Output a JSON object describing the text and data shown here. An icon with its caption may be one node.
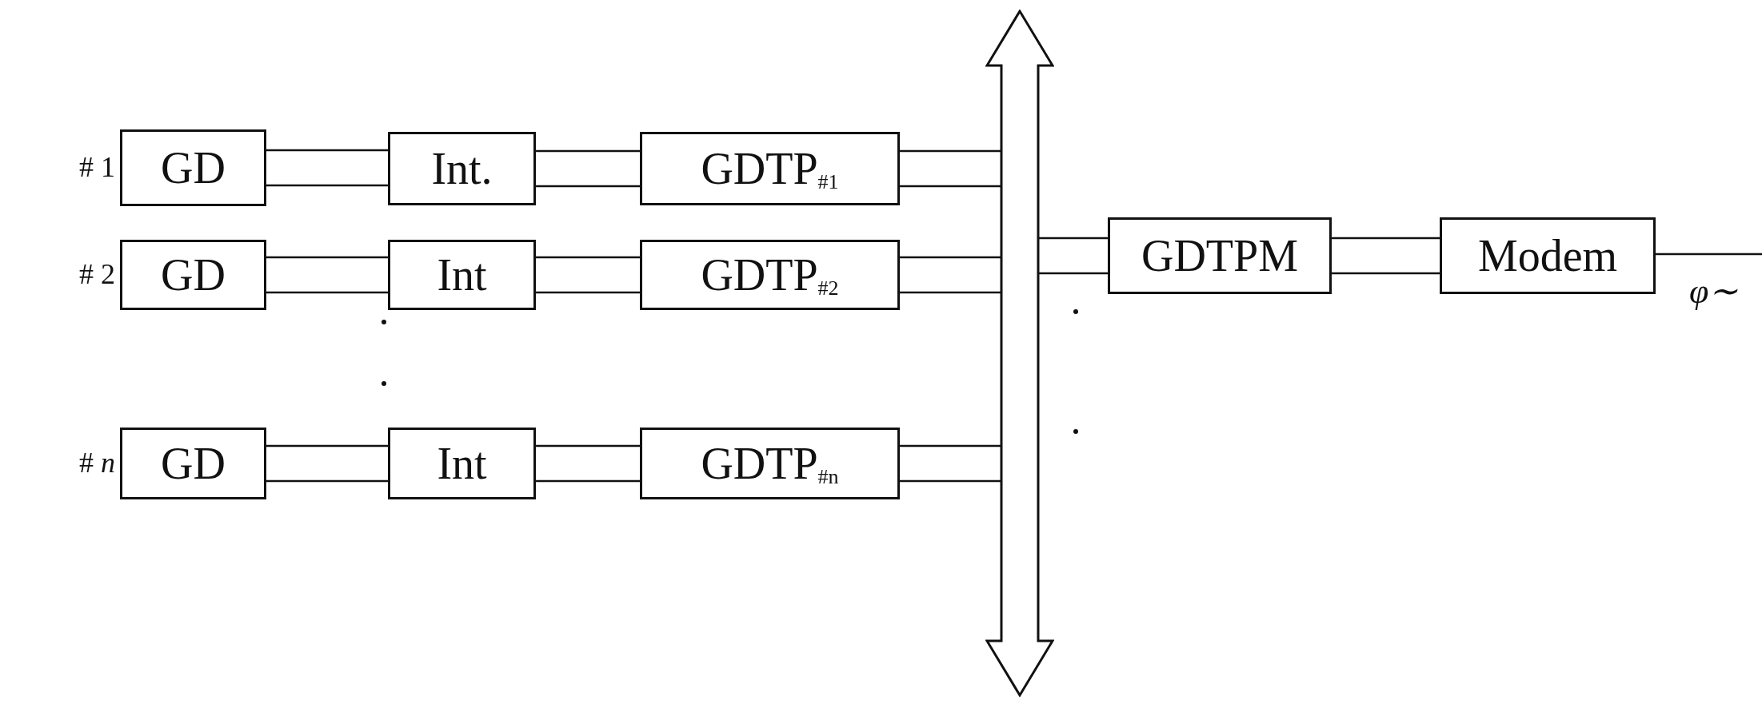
{
  "diagram": {
    "nodes": [
      {
        "text": [
          "GD"
        ],
        "beside": [
          "# 1"
        ]
      },
      {
        "text": [
          "Int."
        ]
      },
      {
        "text": [
          "GDTP$_{#1}$"
        ]
      },
      {
        "text": [
          "GD"
        ],
        "beside": [
          "# 2"
        ]
      },
      {
        "text": [
          "Int"
        ]
      },
      {
        "text": [
          "GDTP$_{#2}$"
        ]
      },
      {
        "text": [
          "GD"
        ],
        "beside": [
          "# *n*"
        ]
      },
      {
        "text": [
          "Int"
        ]
      },
      {
        "text": [
          "GDTP$_{#n}$"
        ]
      },
      {
        "text": [],
        "shape": "bar"
      },
      {
        "text": [
          "GDTPM"
        ]
      },
      {
        "text": [
          "Modem"
        ]
      }
    ],
    "edges": [
      {
        "from": 0,
        "to": 1,
        "arrow": "none"
      },
      {
        "from": 1,
        "to": 2,
        "arrow": "none"
      },
      {
        "from": 2,
        "to": 9,
        "arrow": "none"
      },
      {
        "from": 3,
        "to": 4,
        "arrow": "none"
      },
      {
        "from": 4,
        "to": 5,
        "arrow": "none"
      },
      {
        "from": 5,
        "to": 9,
        "arrow": "none"
      },
      {
        "from": 6,
        "to": 7,
        "arrow": "none"
      },
      {
        "from": 7,
        "to": 8,
        "arrow": "none"
      },
      {
        "from": 8,
        "to": 9,
        "arrow": "none"
      },
      {
        "from": 9,
        "to": 10,
        "arrow": "none"
      },
      {
        "from": 10,
        "to": 11,
        "arrow": "none"
      },
      {
        "from": 11,
        "to": null,
        "arrow": "none"
      }
    ],
    "labels": [
      "φ∼"
    ]
  }
}
